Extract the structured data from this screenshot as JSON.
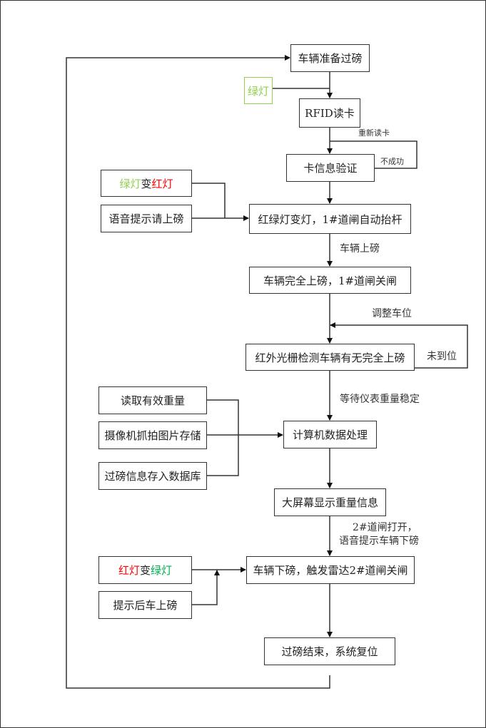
{
  "title": "地磅称重流程图",
  "main_flow": {
    "step1": "车辆准备过磅",
    "step2": "RFID读卡",
    "step3": "卡信息验证",
    "step4": "红绿灯变灯，1#道闸自动抬杆",
    "step5": "车辆完全上磅，1#道闸关闸",
    "step6": "红外光栅检测车辆有无完全上磅",
    "step7": "计算机数据处理",
    "step8": "大屏幕显示重量信息",
    "step9": "车辆下磅，触发雷达2#道闸关闸",
    "step10": "过磅结束，系统复位"
  },
  "side_inputs": {
    "green_light": "绿灯",
    "light_change_1": {
      "a": "绿灯",
      "b": "变",
      "c": "红灯"
    },
    "voice_prompt_on": "语音提示请上磅",
    "read_weight": "读取有效重量",
    "camera_capture": "摄像机抓拍图片存储",
    "save_db": "过磅信息存入数据库",
    "light_change_2": {
      "a": "红灯",
      "b": "变",
      "c": "绿灯"
    },
    "prompt_next": "提示后车上磅"
  },
  "edge_labels": {
    "reread": "重新读卡",
    "fail": "不成功",
    "vehicle_on": "车辆上磅",
    "adjust": "调整车位",
    "not_in_place": "未到位",
    "wait_stable": "等待仪表重量稳定",
    "gate2_open_1": "2#道闸打开，",
    "gate2_open_2": "语音提示车辆下磅"
  },
  "colors": {
    "line": "#333333",
    "light_green": "#92d050",
    "green": "#00b050",
    "red": "#ff0000"
  }
}
